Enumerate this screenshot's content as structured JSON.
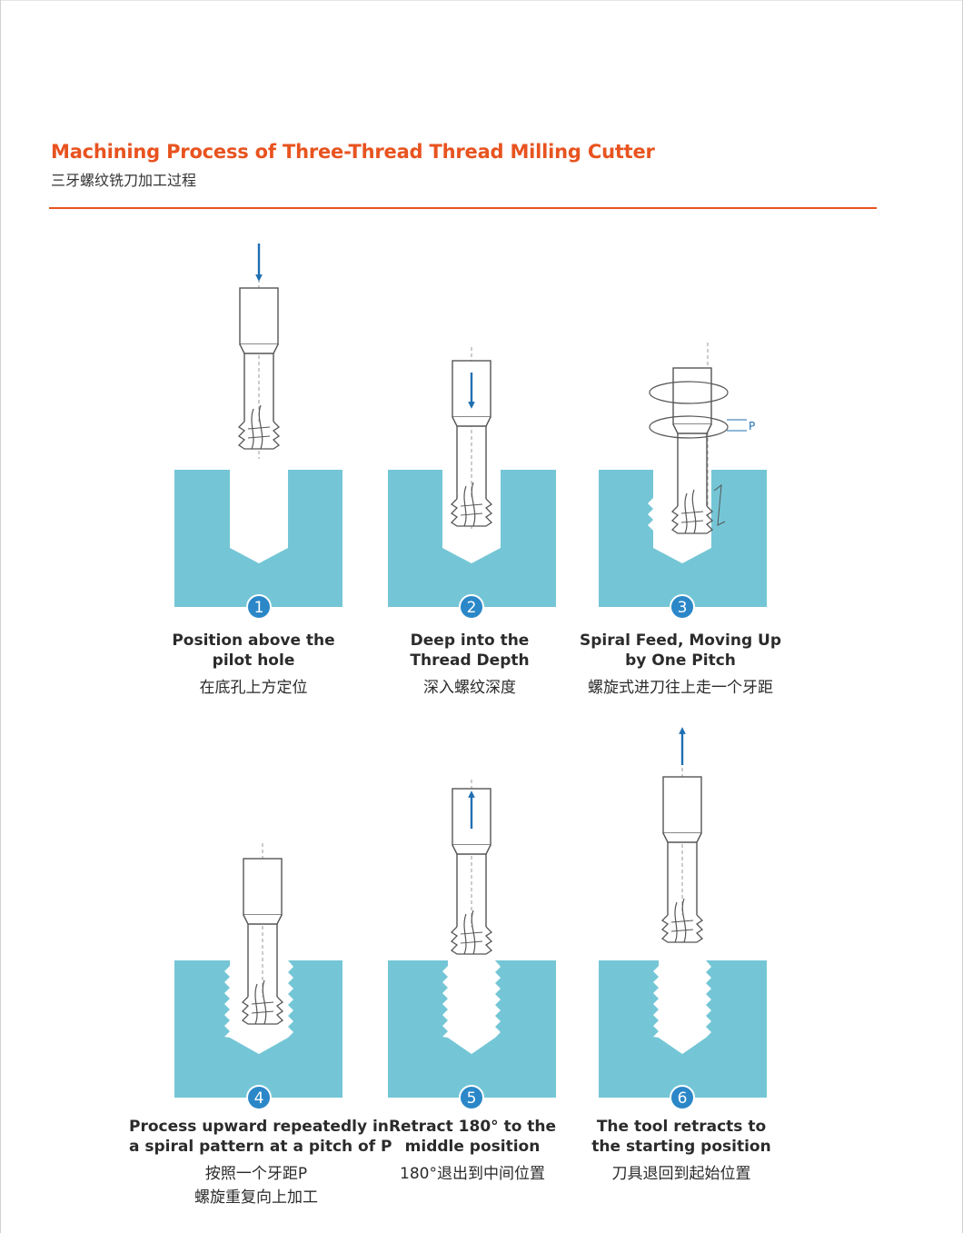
{
  "header": {
    "title_en": "Machining Process of Three-Thread Thread Milling Cutter",
    "title_cn": "三牙螺纹铣刀加工过程"
  },
  "colors": {
    "accent": "#e8531f",
    "block": "#74c6d6",
    "badge": "#2b87c8",
    "arrow": "#1f6fb2",
    "tool_stroke": "#555555"
  },
  "pitch_label": "P",
  "steps": [
    {
      "number": "1",
      "caption_en": [
        "Position above the",
        "pilot hole"
      ],
      "caption_cn": [
        "在底孔上方定位"
      ]
    },
    {
      "number": "2",
      "caption_en": [
        "Deep into the",
        "Thread Depth"
      ],
      "caption_cn": [
        "深入螺纹深度"
      ]
    },
    {
      "number": "3",
      "caption_en": [
        "Spiral Feed, Moving Up",
        "by One Pitch"
      ],
      "caption_cn": [
        "螺旋式进刀往上走一个牙距"
      ]
    },
    {
      "number": "4",
      "caption_en": [
        "Process upward repeatedly in",
        "a spiral pattern at a pitch of P"
      ],
      "caption_cn": [
        "按照一个牙距P",
        "螺旋重复向上加工"
      ]
    },
    {
      "number": "5",
      "caption_en": [
        "Retract 180° to the",
        "middle position"
      ],
      "caption_cn": [
        "180°退出到中间位置"
      ]
    },
    {
      "number": "6",
      "caption_en": [
        "The tool retracts to",
        "the starting position"
      ],
      "caption_cn": [
        "刀具退回到起始位置"
      ]
    }
  ]
}
